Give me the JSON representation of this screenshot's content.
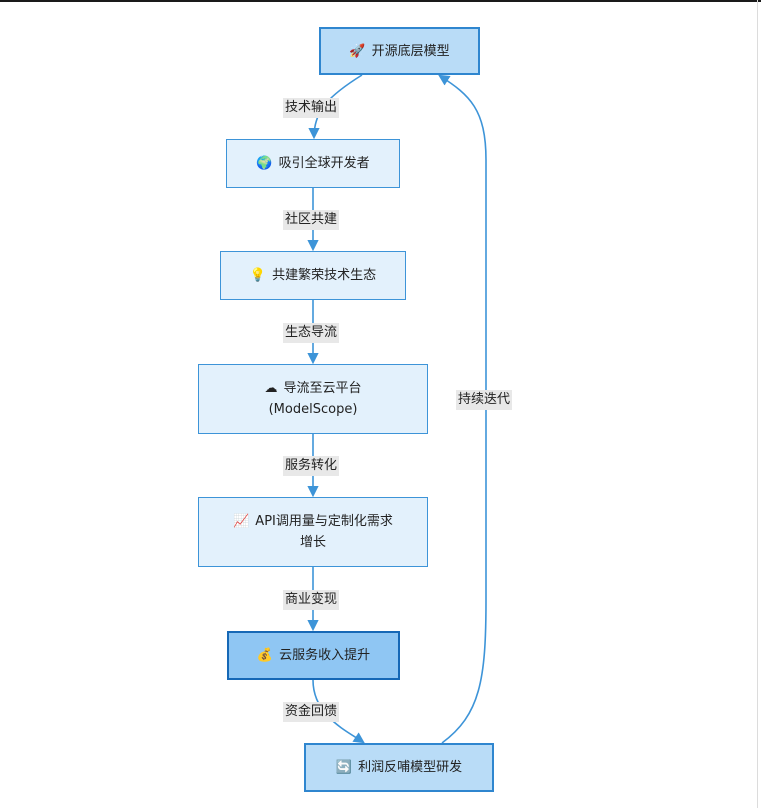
{
  "nodes": {
    "open_model": {
      "icon": "🚀",
      "label": "开源底层模型"
    },
    "attract_devs": {
      "icon": "🌍",
      "label": "吸引全球开发者"
    },
    "ecosystem": {
      "icon": "💡",
      "label": "共建繁荣技术生态"
    },
    "cloud_platform": {
      "icon": "☁",
      "label_line1": "导流至云平台",
      "label_line2": "(ModelScope)"
    },
    "api_growth": {
      "icon": "📈",
      "label_line1": "API调用量与定制化需求",
      "label_line2": "增长"
    },
    "cloud_revenue": {
      "icon": "💰",
      "label": "云服务收入提升"
    },
    "profit_feedback": {
      "icon": "🔄",
      "label": "利润反哺模型研发"
    }
  },
  "edges": {
    "tech_output": "技术输出",
    "community": "社区共建",
    "eco_diversion": "生态导流",
    "service_conversion": "服务转化",
    "monetization": "商业变现",
    "capital_feedback": "资金回馈",
    "iteration": "持续迭代"
  },
  "colors": {
    "edge": "#3d94d8",
    "node_fill_light": "#e3f1fc",
    "node_fill_mid": "#b9dcf7",
    "node_fill_dark": "#8fc6f3",
    "label_bg": "#e8e8e8"
  },
  "icons": {
    "open_model": "rocket-icon",
    "attract_devs": "globe-icon",
    "ecosystem": "lightbulb-icon",
    "cloud_platform": "cloud-icon",
    "api_growth": "chart-increasing-icon",
    "cloud_revenue": "money-bag-icon",
    "profit_feedback": "refresh-icon"
  }
}
